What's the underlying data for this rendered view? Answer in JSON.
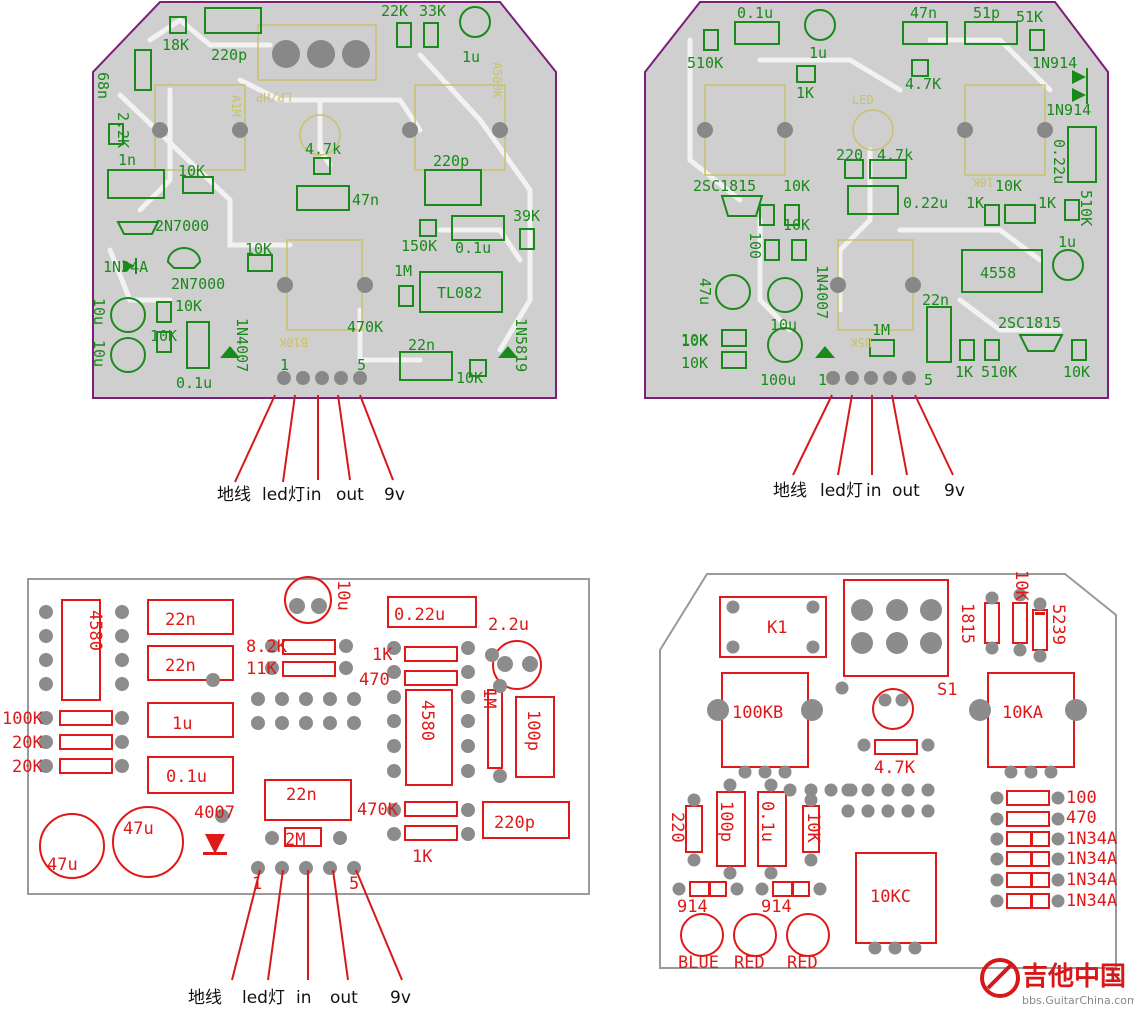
{
  "boards": {
    "top_left": {
      "labels": [
        "18K",
        "220p",
        "22K",
        "33K",
        "1u",
        "68n",
        "2.2K",
        "1n",
        "10K",
        "4.7k",
        "47n",
        "220p",
        "2N7000",
        "1N34A",
        "2N7000",
        "10K",
        "150K",
        "0.1u",
        "39K",
        "1M",
        "TL082",
        "10u",
        "10K",
        "10u",
        "10K",
        "0.1u",
        "1N4007",
        "470K",
        "22n",
        "10K",
        "1N5819",
        "1",
        "5"
      ],
      "silk": [
        "LP/HP",
        "A500K",
        "A1M",
        "B10K"
      ],
      "pins": [
        "地线",
        "led灯",
        "in",
        "out",
        "9v"
      ]
    },
    "top_right": {
      "labels": [
        "0.1u",
        "47n",
        "51p",
        "51K",
        "510K",
        "1u",
        "1K",
        "4.7K",
        "1N914",
        "1N914",
        "220",
        "4.7k",
        "0.22u",
        "2SC1815",
        "10K",
        "10K",
        "0.22u",
        "510K",
        "10K",
        "1K",
        "1K",
        "100",
        "10K",
        "1u",
        "4558",
        "47u",
        "1N4007",
        "10u",
        "22n",
        "10K",
        "10K",
        "1M",
        "2SC1815",
        "100u",
        "1K",
        "510K",
        "10K",
        "1",
        "5"
      ],
      "silk": [
        "LED",
        "10K",
        "B5K"
      ],
      "pins": [
        "地线",
        "led灯",
        "in",
        "out",
        "9v"
      ]
    },
    "bottom_left": {
      "labels": [
        "4580",
        "22n",
        "22n",
        "1u",
        "0.1u",
        "10u",
        "8.2K",
        "11K",
        "0.22u",
        "2.2u",
        "1K",
        "470",
        "1M",
        "100p",
        "4580",
        "100K",
        "20K",
        "20K",
        "47u",
        "47u",
        "4007",
        "22n",
        "2M",
        "470K",
        "220p",
        "1K",
        "1",
        "5"
      ],
      "pins": [
        "地线",
        "led灯",
        "in",
        "out",
        "9v"
      ]
    },
    "bottom_right": {
      "labels": [
        "K1",
        "1815",
        "S1",
        "10K",
        "5239",
        "100KB",
        "10KA",
        "4.7K",
        "100",
        "470",
        "1N34A",
        "1N34A",
        "1N34A",
        "1N34A",
        "220",
        "100p",
        "0.1u",
        "10K",
        "914",
        "914",
        "10KC",
        "BLUE",
        "RED",
        "RED"
      ]
    }
  },
  "watermark": {
    "cn": "吉他中国",
    "url": "bbs.GuitarChina.com"
  }
}
